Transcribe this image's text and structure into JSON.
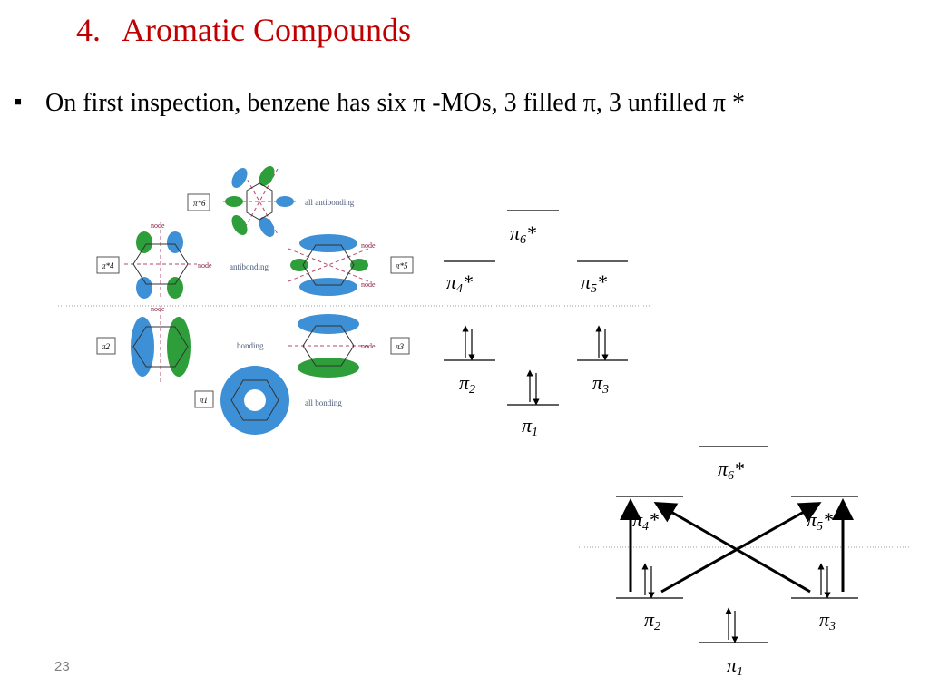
{
  "slide": {
    "title_number": "4.",
    "title_text": "Aromatic Compounds",
    "bullet_text": "On first inspection, benzene has six π -MOs, 3 filled π, 3 unfilled π *",
    "page_number": "23"
  },
  "orbital_figure": {
    "annotations": {
      "all_antibonding": "all antibonding",
      "antibonding": "antibonding",
      "bonding": "bonding",
      "all_bonding": "all bonding",
      "node": "node"
    },
    "orbital_labels": [
      "π*6",
      "π*4",
      "π*5",
      "π2",
      "π3",
      "π1"
    ],
    "colors": {
      "lobe_blue": "#3d8fd6",
      "lobe_green": "#2e9e3a",
      "node_line": "#b34a6b"
    }
  },
  "energy_diagram_top": {
    "levels": {
      "pi6": {
        "sym": "π",
        "sub": "6",
        "star": "*"
      },
      "pi4": {
        "sym": "π",
        "sub": "4",
        "star": "*"
      },
      "pi5": {
        "sym": "π",
        "sub": "5",
        "star": "*"
      },
      "pi2": {
        "sym": "π",
        "sub": "2",
        "star": ""
      },
      "pi3": {
        "sym": "π",
        "sub": "3",
        "star": ""
      },
      "pi1": {
        "sym": "π",
        "sub": "1",
        "star": ""
      }
    }
  },
  "energy_diagram_bottom": {
    "levels": {
      "pi6": {
        "sym": "π",
        "sub": "6",
        "star": "*"
      },
      "pi4": {
        "sym": "π",
        "sub": "4",
        "star": "*"
      },
      "pi5": {
        "sym": "π",
        "sub": "5",
        "star": "*"
      },
      "pi2": {
        "sym": "π",
        "sub": "2",
        "star": ""
      },
      "pi3": {
        "sym": "π",
        "sub": "3",
        "star": ""
      },
      "pi1": {
        "sym": "π",
        "sub": "1",
        "star": ""
      }
    }
  }
}
